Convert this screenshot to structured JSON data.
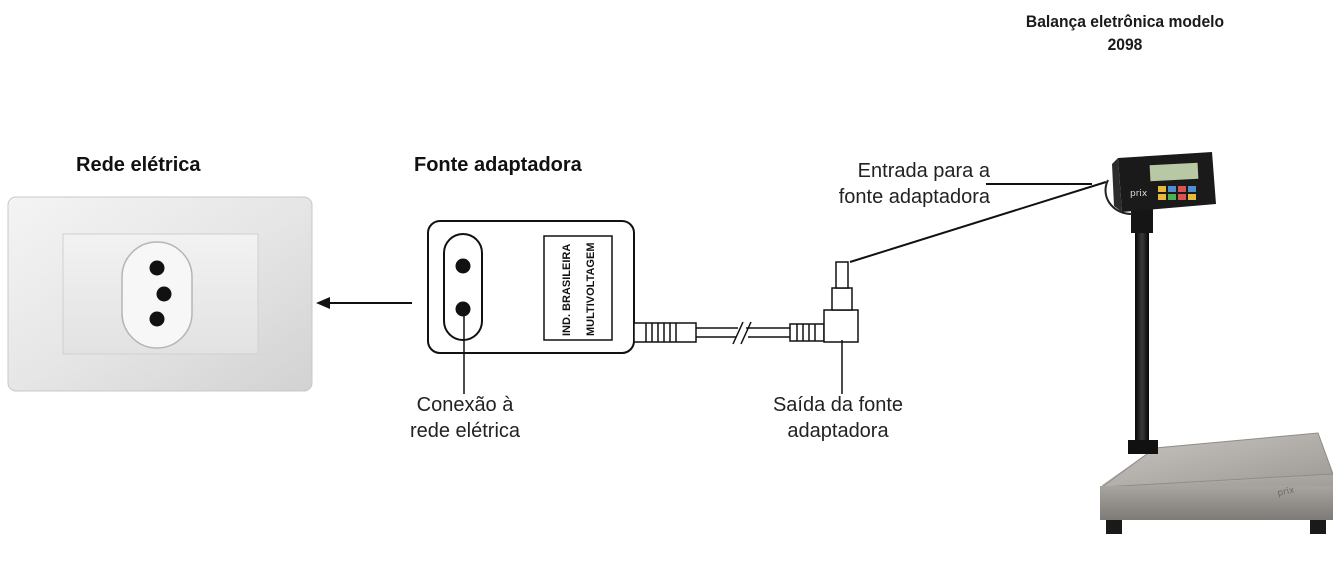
{
  "labels": {
    "rede_eletrica": "Rede elétrica",
    "fonte_adaptadora": "Fonte adaptadora",
    "balanca_line1": "Balança eletrônica modelo",
    "balanca_line2": "2098",
    "entrada_line1": "Entrada para a",
    "entrada_line2": "fonte adaptadora",
    "conexao_line1": "Conexão à",
    "conexao_line2": "rede elétrica",
    "saida_line1": "Saída da fonte",
    "saida_line2": "adaptadora"
  },
  "adapter": {
    "label_line1": "IND. BRASILEIRA",
    "label_line2": "MULTIVOLTAGEM"
  },
  "scale": {
    "brand": "prix"
  }
}
